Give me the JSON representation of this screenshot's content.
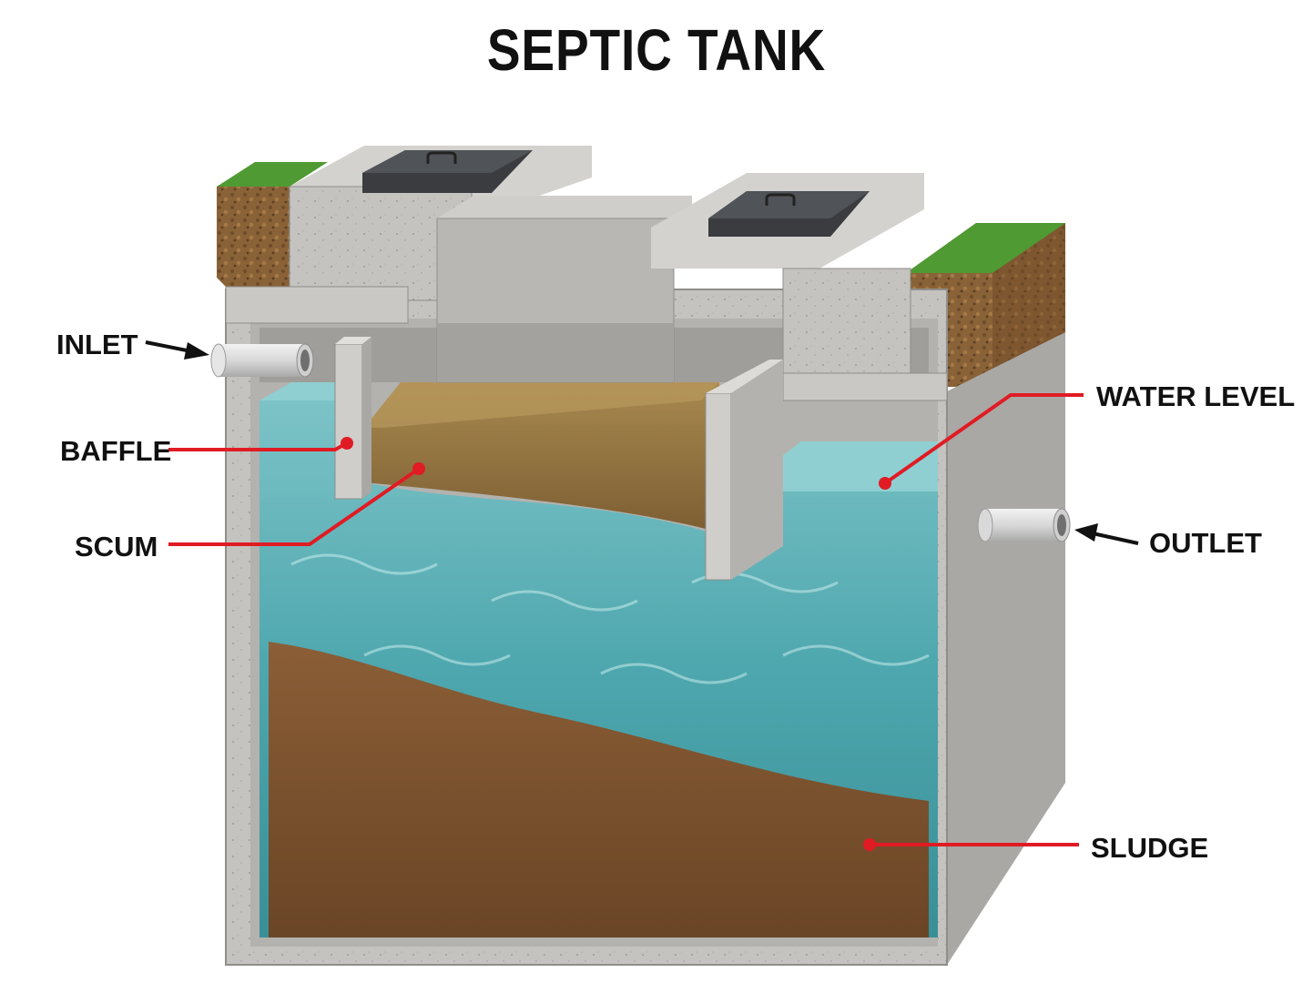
{
  "title": "SEPTIC TANK",
  "labels": {
    "inlet": "INLET",
    "baffle": "BAFFLE",
    "scum": "SCUM",
    "water_level": "WATER LEVEL",
    "outlet": "OUTLET",
    "sludge": "SLUDGE"
  },
  "colors": {
    "leader_line": "#e01b24",
    "concrete": "#c4c3bf",
    "water": "#4ea7ae",
    "sludge": "#7a5230",
    "scum": "#9b7a45",
    "soil": "#8a6238",
    "grass": "#4f9a32",
    "lid": "#3a3c3f"
  }
}
